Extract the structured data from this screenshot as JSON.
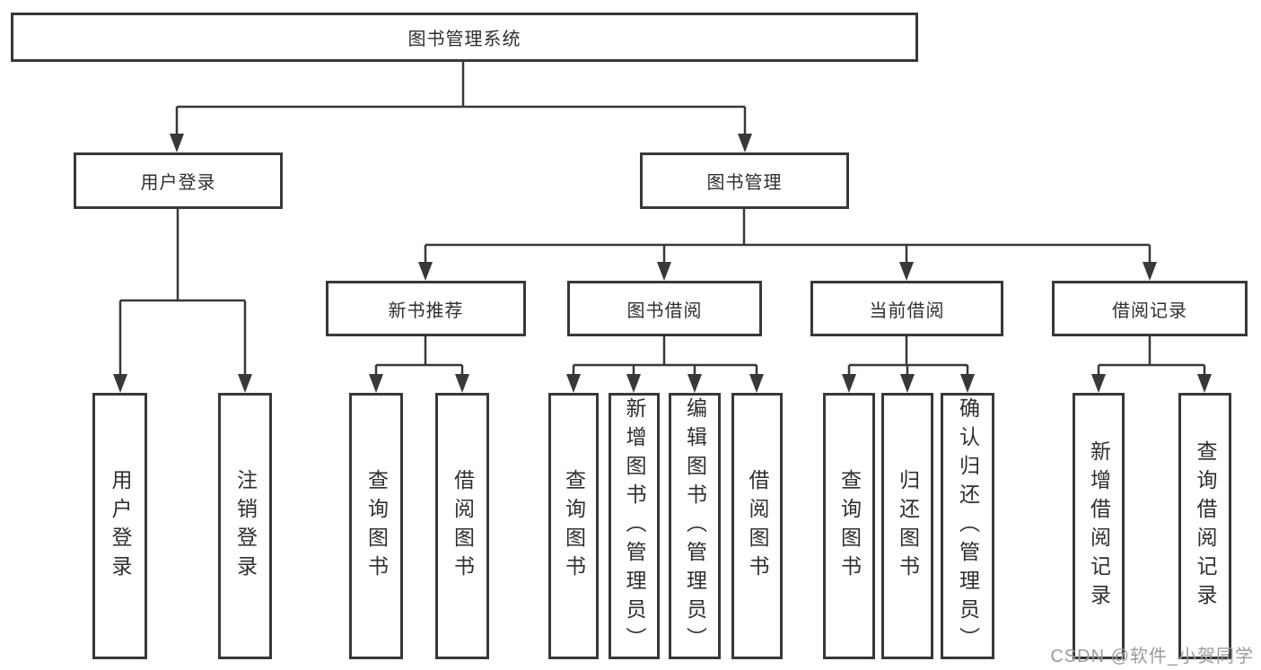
{
  "diagram": {
    "type": "hierarchy-flowchart",
    "root": {
      "label": "图书管理系统"
    },
    "level2": [
      {
        "label": "用户登录"
      },
      {
        "label": "图书管理"
      }
    ],
    "level3": [
      {
        "label": "新书推荐",
        "parent": "图书管理"
      },
      {
        "label": "图书借阅",
        "parent": "图书管理"
      },
      {
        "label": "当前借阅",
        "parent": "图书管理"
      },
      {
        "label": "借阅记录",
        "parent": "图书管理"
      }
    ],
    "leaves": [
      {
        "label": "用户登录",
        "parent": "用户登录"
      },
      {
        "label": "注销登录",
        "parent": "用户登录"
      },
      {
        "label": "查询图书",
        "parent": "新书推荐"
      },
      {
        "label": "借阅图书",
        "parent": "新书推荐"
      },
      {
        "label": "查询图书",
        "parent": "图书借阅"
      },
      {
        "label": "新增图书（管理员）",
        "parent": "图书借阅"
      },
      {
        "label": "编辑图书（管理员）",
        "parent": "图书借阅"
      },
      {
        "label": "借阅图书",
        "parent": "图书借阅"
      },
      {
        "label": "查询图书",
        "parent": "当前借阅"
      },
      {
        "label": "归还图书",
        "parent": "当前借阅"
      },
      {
        "label": "确认归还（管理员）",
        "parent": "当前借阅"
      },
      {
        "label": "新增借阅记录",
        "parent": "借阅记录"
      },
      {
        "label": "查询借阅记录",
        "parent": "借阅记录"
      }
    ]
  },
  "watermark": {
    "text": "CSDN @软件_小贺同学"
  },
  "colors": {
    "line": "#383838",
    "box_border": "#383838",
    "box_fill": "#ffffff",
    "text": "#2f2f2f",
    "watermark": "#9c9c9c",
    "background": "#ffffff"
  }
}
